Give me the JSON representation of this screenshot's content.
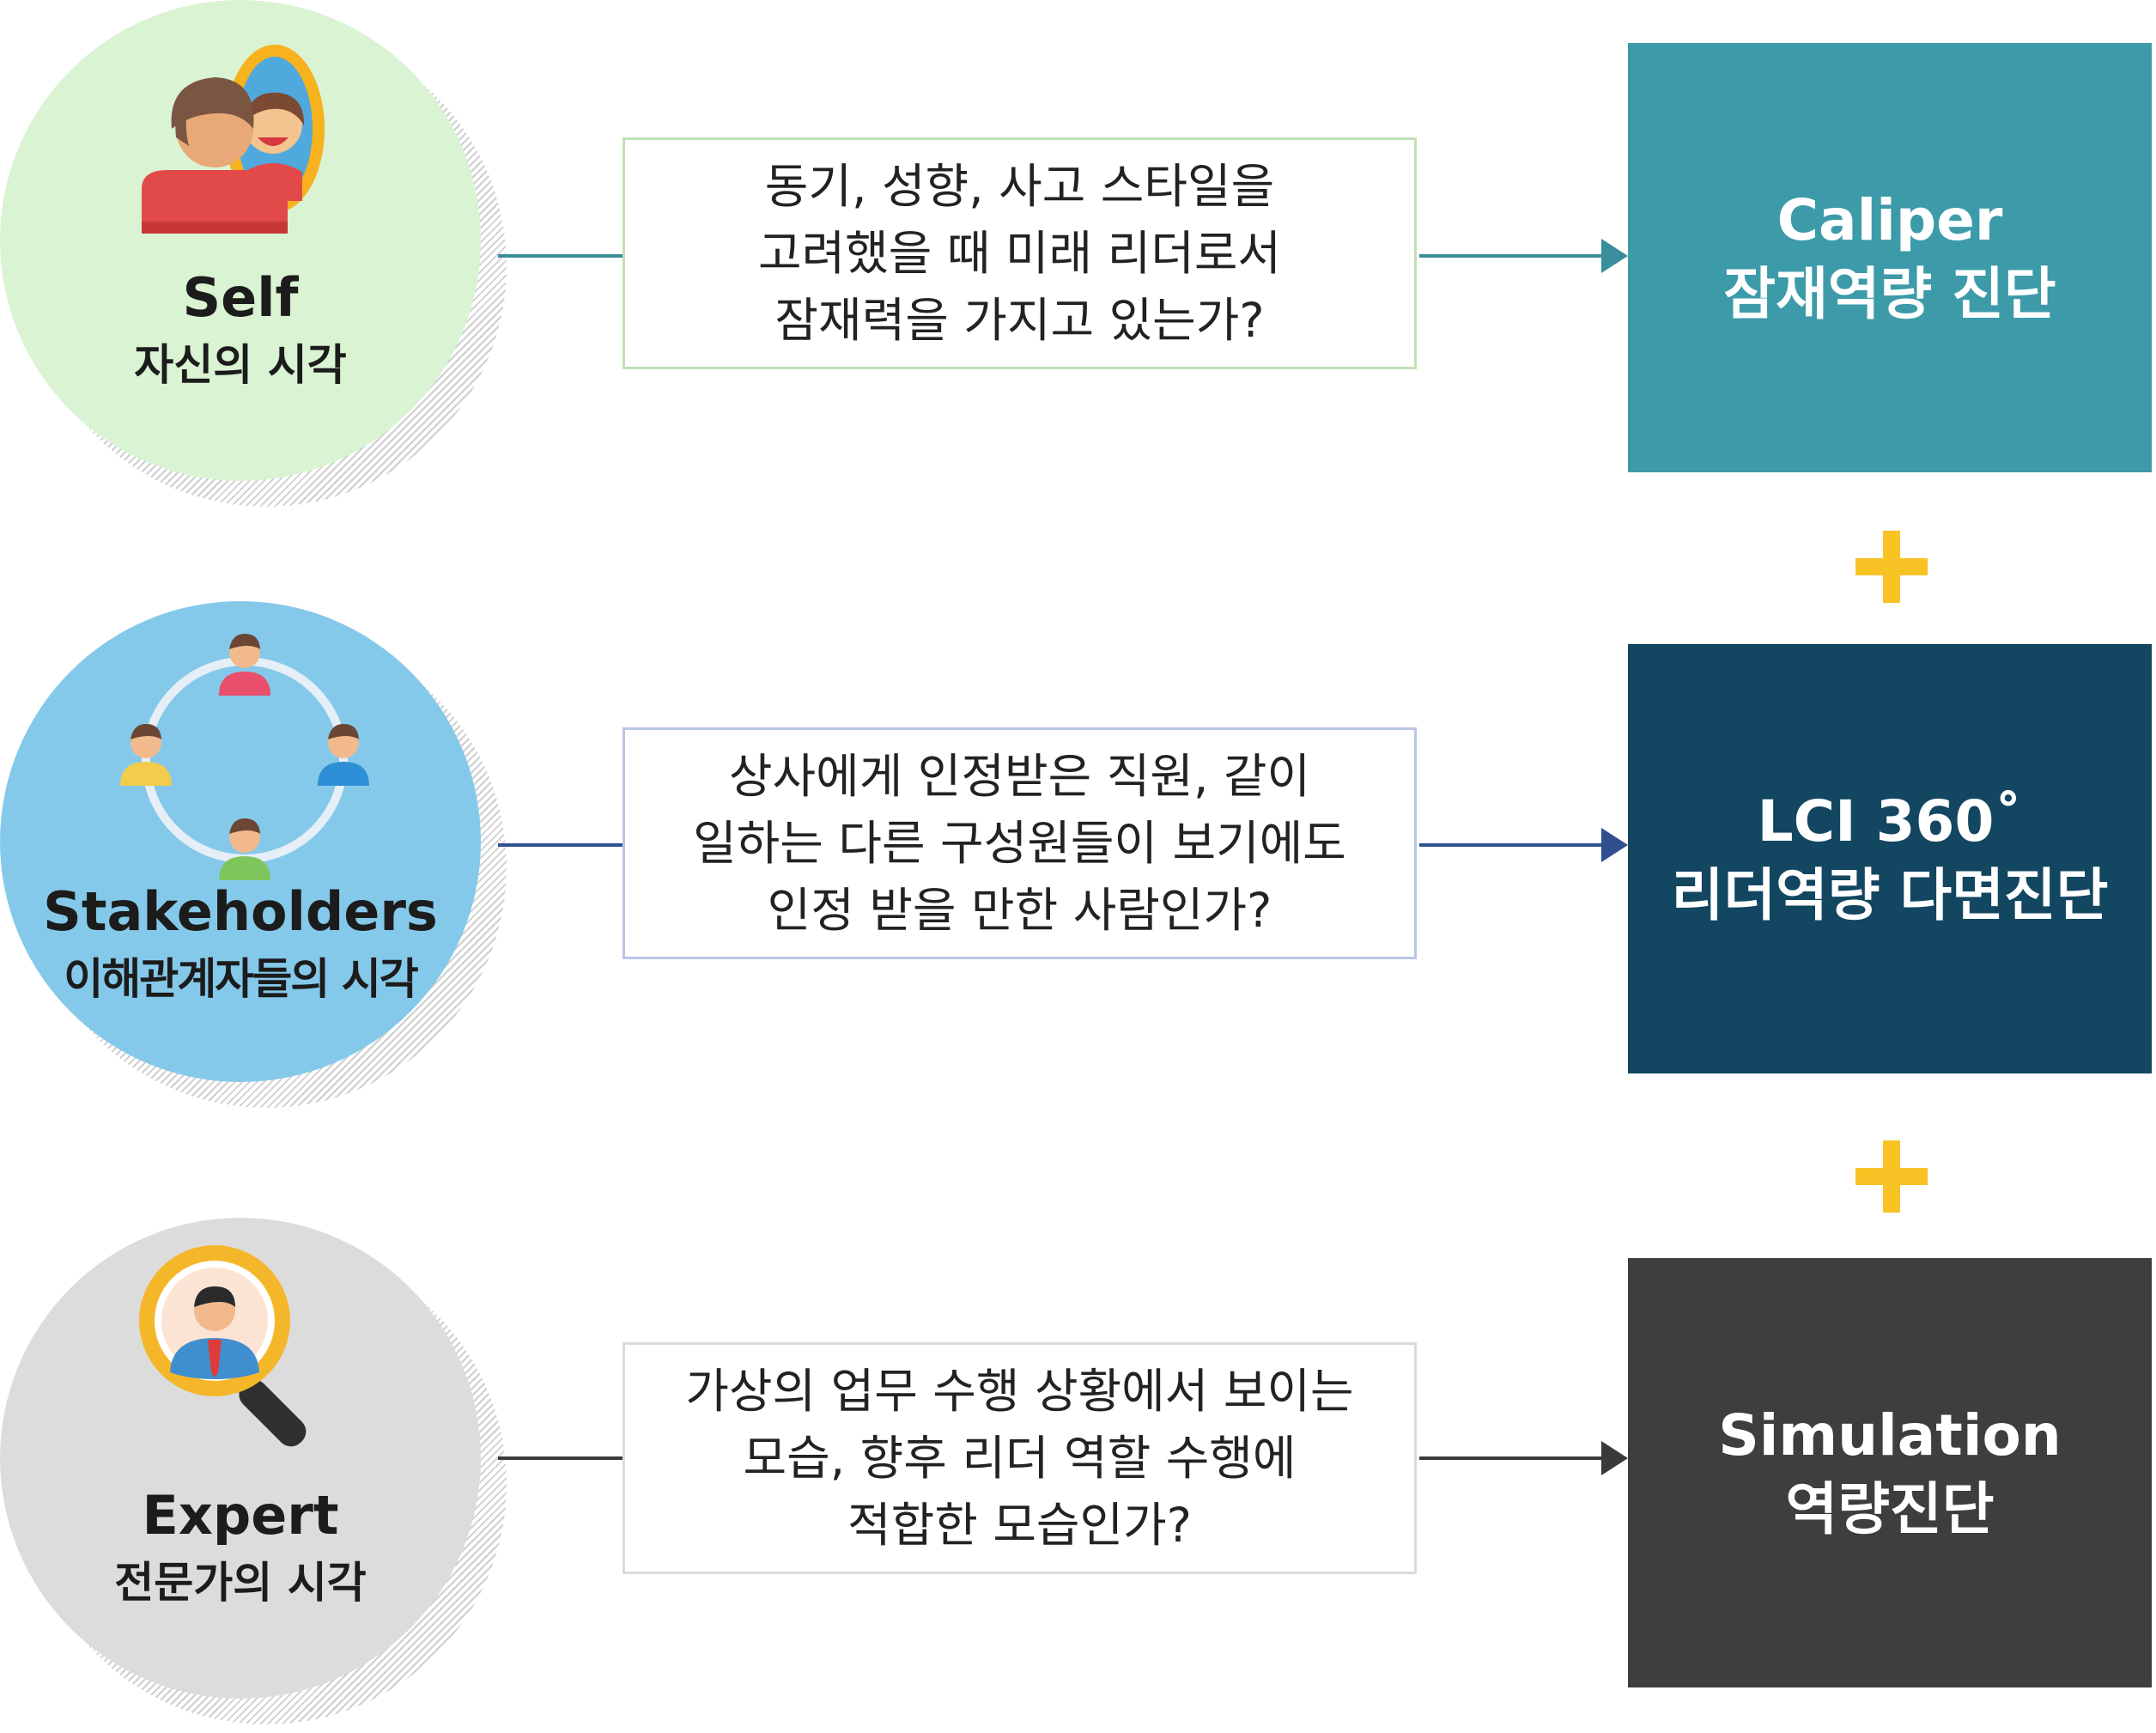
{
  "rows": [
    {
      "en": "Self",
      "ko": "자신의 시각",
      "question": [
        "동기, 성향, 사고 스타일을",
        "고려했을 때 미래 리더로서",
        "잠재력을 가지고 있는가?"
      ],
      "result_line1": "Caliper",
      "result_line2": "잠재역량 진단",
      "icon": "mirror-person-icon",
      "circle_color": "#d9f3d3",
      "box_border": "#bfe0b4",
      "line_color": "#3b8e9c",
      "result_color": "#3d9ba9"
    },
    {
      "en": "Stakeholders",
      "ko": "이해관계자들의 시각",
      "question": [
        "상사에게 인정받은 직원, 같이",
        "일하는 다른 구성원들이 보기에도",
        "인정 받을 만한 사람인가?"
      ],
      "result_line1": "LCI 360˚",
      "result_line2": "리더역량 다면진단",
      "icon": "people-circle-icon",
      "circle_color": "#85c9ea",
      "box_border": "#b9c6e6",
      "line_color": "#2f4f8f",
      "result_color": "#134660"
    },
    {
      "en": "Expert",
      "ko": "전문가의 시각",
      "question": [
        "가상의 업무 수행 상황에서 보이는",
        "모습, 향후 리더 역할 수행에",
        "적합한 모습인가?"
      ],
      "result_line1": "Simulation",
      "result_line2": "역량진단",
      "icon": "magnifier-person-icon",
      "circle_color": "#dcdcdc",
      "box_border": "#dadada",
      "line_color": "#3a3a3a",
      "result_color": "#3e3e3e"
    }
  ],
  "plus_icon": "plus-icon",
  "accent": "#f7c325"
}
